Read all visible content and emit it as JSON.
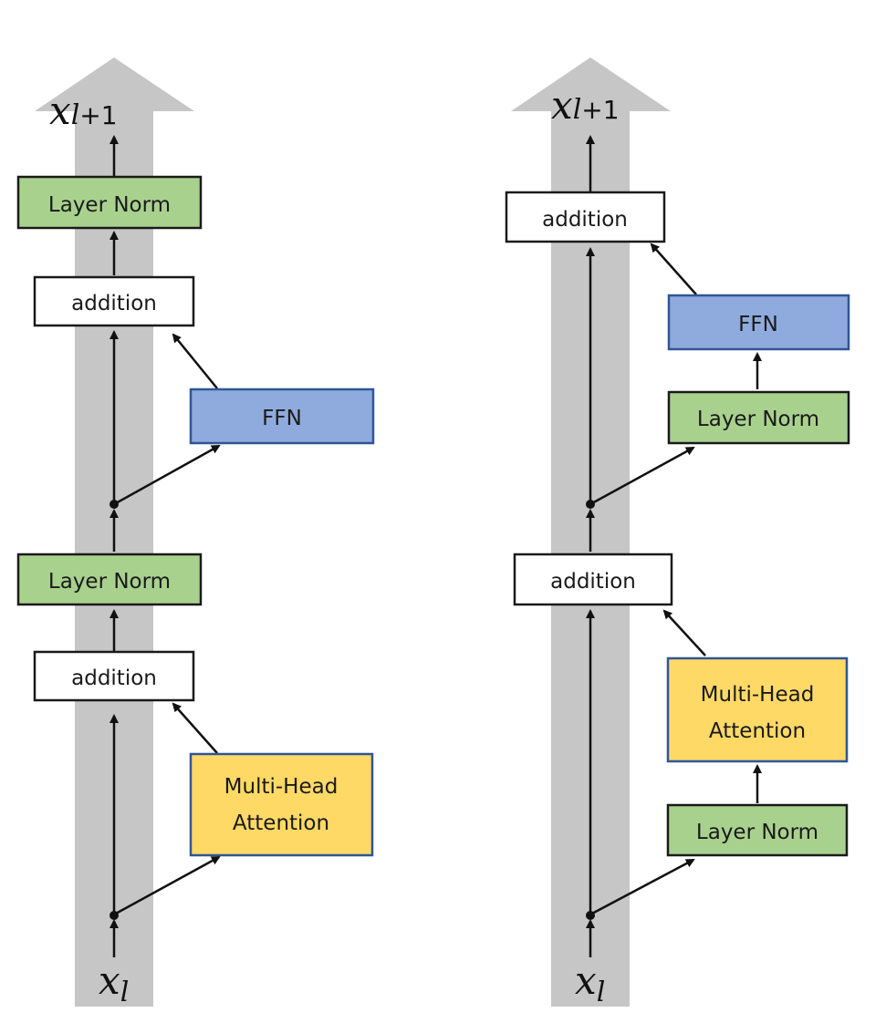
{
  "colors": {
    "residual_stream": "#c6c6c6",
    "layer_norm": "#a9d18e",
    "addition": "#ffffff",
    "ffn": "#8faadc",
    "attention": "#ffd966",
    "box_border": "#1a1a1a",
    "arrow": "#111111"
  },
  "diagram": {
    "left": {
      "output": {
        "base": "x",
        "sub_var": "l",
        "sub_rest": "+1"
      },
      "input": {
        "base": "x",
        "sub_var": "l"
      },
      "boxes": {
        "top_norm": "Layer Norm",
        "add_top": "addition",
        "ffn": "FFN",
        "mid_norm": "Layer Norm",
        "add_bottom": "addition",
        "attention_line1": "Multi-Head",
        "attention_line2": "Attention"
      }
    },
    "right": {
      "output": {
        "base": "x",
        "sub_var": "l",
        "sub_rest": "+1"
      },
      "input": {
        "base": "x",
        "sub_var": "l"
      },
      "boxes": {
        "add_top": "addition",
        "ffn": "FFN",
        "ffn_norm": "Layer Norm",
        "add_bottom": "addition",
        "attention_line1": "Multi-Head",
        "attention_line2": "Attention",
        "attn_norm": "Layer Norm"
      }
    }
  }
}
